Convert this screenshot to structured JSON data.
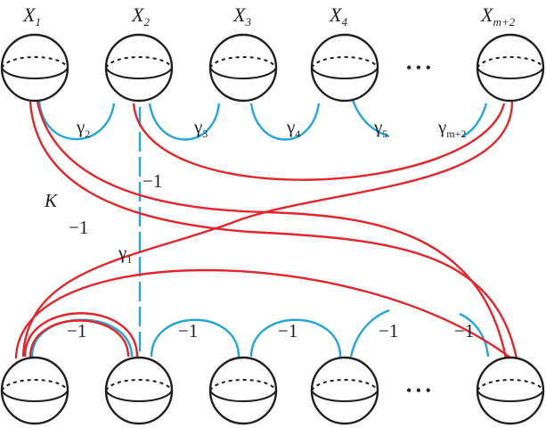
{
  "colors": {
    "sphere_stroke": "#231f20",
    "blue_arc": "#22a6dc",
    "red_curve": "#e2262b"
  },
  "top_labels": [
    {
      "main": "X",
      "sub": "1"
    },
    {
      "main": "X",
      "sub": "2"
    },
    {
      "main": "X",
      "sub": "3"
    },
    {
      "main": "X",
      "sub": "4"
    },
    {
      "main": "X",
      "sub": "m+2"
    }
  ],
  "gamma_labels": [
    {
      "main": "γ",
      "sub": "2"
    },
    {
      "main": "γ",
      "sub": "3"
    },
    {
      "main": "γ",
      "sub": "4"
    },
    {
      "main": "γ",
      "sub": "5"
    },
    {
      "main": "γ",
      "sub": "m+2"
    }
  ],
  "gamma1": {
    "main": "γ",
    "sub": "1"
  },
  "ellipsis": "• • •",
  "k_label": "K",
  "weights": {
    "vertical": "−1",
    "red_crossing": "−1",
    "bottom": [
      "−1",
      "−1",
      "−1",
      "−1",
      "−1"
    ]
  }
}
